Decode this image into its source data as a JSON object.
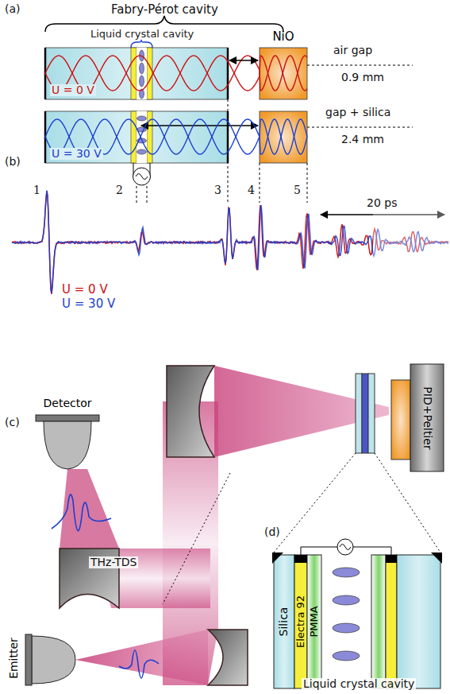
{
  "diagram": {
    "nodes": [
      {
        "text": [
          "U = 0 V"
        ]
      },
      {
        "text": [
          "NiO"
        ]
      },
      {
        "text": [
          "U = 30 V"
        ]
      },
      {
        "text": [
          "Detector"
        ]
      },
      {
        "text": [
          "Emitter"
        ]
      },
      {
        "text": [
          "PID+Peltier"
        ]
      },
      {
        "text": [
          "Silica"
        ]
      },
      {
        "text": [
          "Electra 92"
        ]
      },
      {
        "text": [
          "PMMA"
        ]
      }
    ],
    "edges": [
      {
        "from": 0,
        "to": 1,
        "arrow": "both"
      }
    ],
    "labels": [
      "(a)",
      "Fabry-Pérot cavity",
      "Liquid crystal cavity",
      "air gap",
      "0.9 mm",
      "gap + silica",
      "2.4 mm",
      "(b)",
      "1",
      "2",
      "3",
      "4",
      "5",
      "20 ps",
      "U = 0 V",
      "U = 30 V",
      "(c)",
      "THz-TDS",
      "(d)",
      "Liquid crystal cavity"
    ]
  }
}
